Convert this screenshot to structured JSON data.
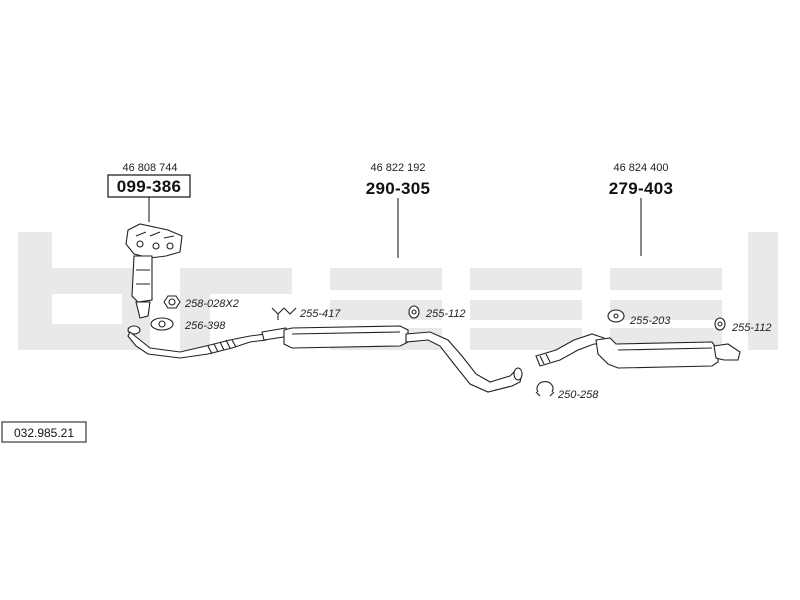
{
  "colors": {
    "watermark": "#e9e9e9",
    "line": "#222222"
  },
  "parts": {
    "catalyst": {
      "oe": "46 808 744",
      "part_no": "099-386",
      "boxed": true
    },
    "middle_silencer": {
      "oe": "46 822 192",
      "part_no": "290-305"
    },
    "rear_silencer": {
      "oe": "46 824 400",
      "part_no": "279-403"
    }
  },
  "accessories": {
    "nut": "258-028X2",
    "gasket": "256-398",
    "clamp_front": "255-417",
    "mount_middle": "255-112",
    "mount_rear_a": "255-203",
    "mount_rear_b": "255-112",
    "clamp_rear": "250-258"
  },
  "diagram_ref": "032.985.21"
}
